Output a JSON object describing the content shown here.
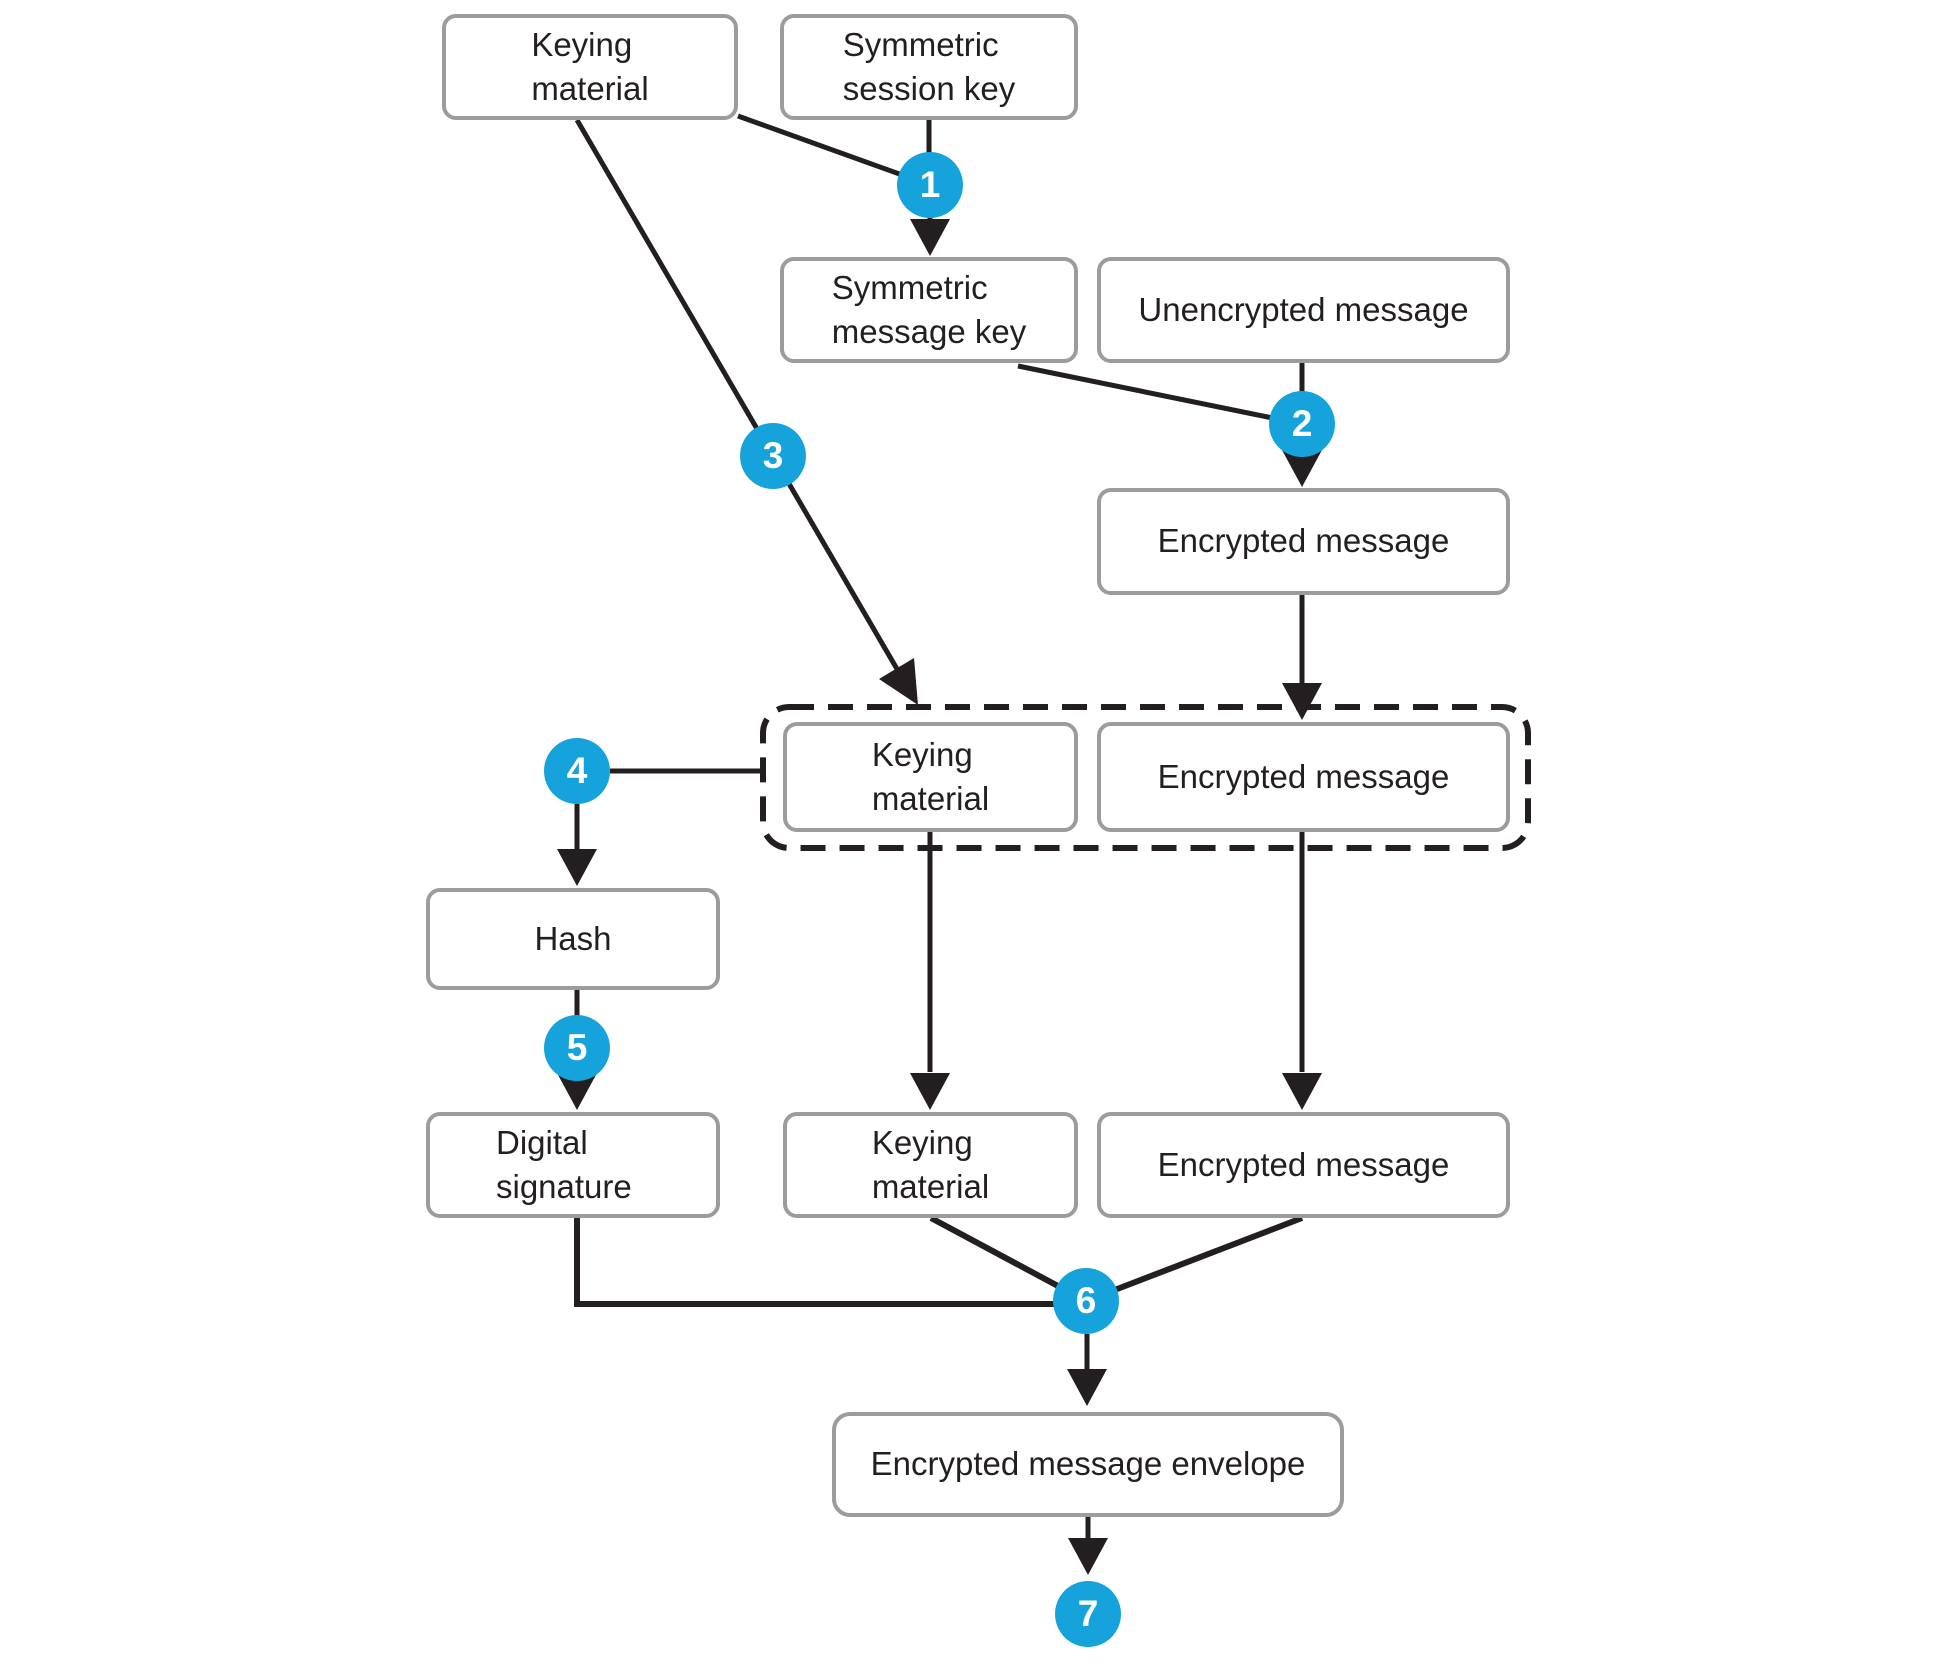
{
  "figure": {
    "type": "flow-diagram",
    "description": "Encrypted message envelope construction flow",
    "accent_color": "#16a3dc",
    "line_color": "#231f20",
    "box_border_color": "#9c9c9c",
    "background_color": "#ffffff"
  },
  "nodes": [
    {
      "id": "keying-material-top",
      "label": "Keying\nmaterial"
    },
    {
      "id": "symmetric-session-key",
      "label": "Symmetric\nsession key"
    },
    {
      "id": "symmetric-message-key",
      "label": "Symmetric\nmessage key"
    },
    {
      "id": "unencrypted-message",
      "label": "Unencrypted message"
    },
    {
      "id": "encrypted-message-top",
      "label": "Encrypted message"
    },
    {
      "id": "keying-material-grouped",
      "label": "Keying\nmaterial"
    },
    {
      "id": "encrypted-message-grouped",
      "label": "Encrypted message"
    },
    {
      "id": "hash",
      "label": "Hash"
    },
    {
      "id": "digital-signature",
      "label": "Digital\nsignature"
    },
    {
      "id": "keying-material-bottom",
      "label": "Keying\nmaterial"
    },
    {
      "id": "encrypted-message-bottom",
      "label": "Encrypted message"
    },
    {
      "id": "encrypted-message-envelope",
      "label": "Encrypted message envelope"
    }
  ],
  "steps": [
    "1",
    "2",
    "3",
    "4",
    "5",
    "6",
    "7"
  ]
}
